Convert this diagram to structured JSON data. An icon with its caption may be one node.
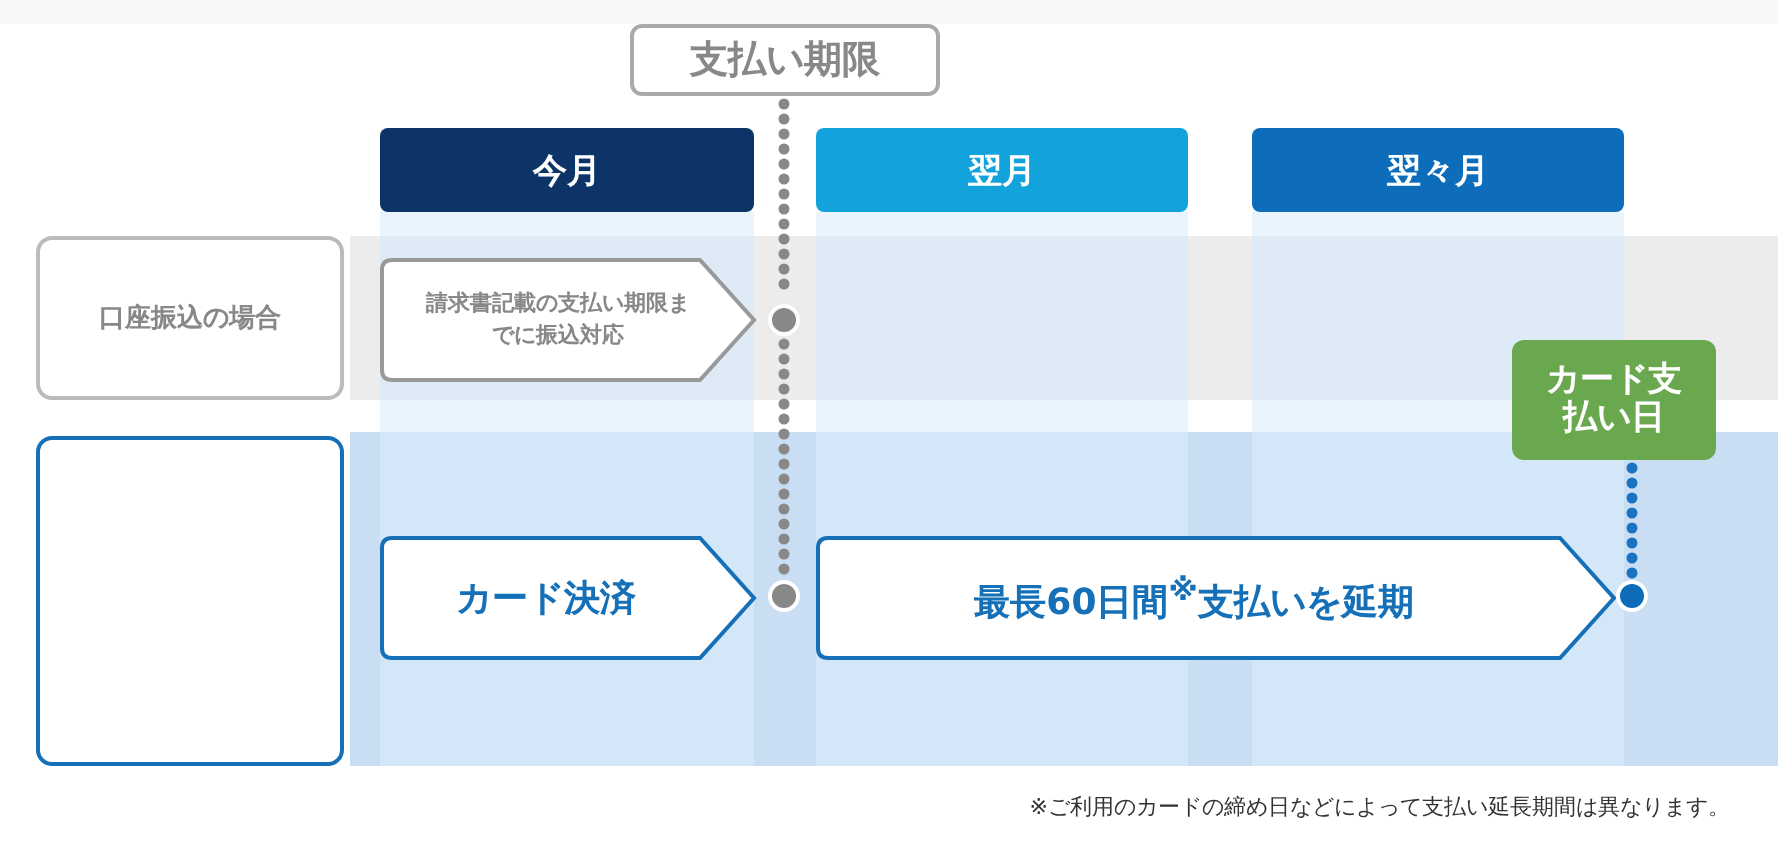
{
  "diagram": {
    "nodes": [
      {
        "text": [
          "支払い期限"
        ]
      },
      {
        "text": [
          "今月"
        ]
      },
      {
        "text": [
          "翌月"
        ]
      },
      {
        "text": [
          "翌々月"
        ]
      },
      {
        "text": [
          "口座振込の場合"
        ]
      },
      {
        "text": [
          "請求書記載の支払い期限までに振込対応"
        ]
      },
      {
        "text": [],
        "shape": "circle"
      },
      {
        "text": [],
        "shape": "box"
      },
      {
        "text": [
          "カード決済"
        ]
      },
      {
        "text": [],
        "shape": "circle"
      },
      {
        "text": [
          "最長60日間$^{※}$支払いを延期"
        ]
      },
      {
        "text": [],
        "shape": "circle"
      },
      {
        "text": [
          "カード支払い日"
        ]
      }
    ],
    "edges": [
      {
        "from": 0,
        "to": 6,
        "arrow": "none",
        "style": "dashed"
      },
      {
        "from": 6,
        "to": 9,
        "arrow": "none",
        "style": "dashed"
      },
      {
        "from": 12,
        "to": 11,
        "arrow": "none",
        "style": "dashed",
        "color": "#1a73c2"
      }
    ],
    "labels": [
      "※ご利用のカードの締め日などによって支払い延長期間は異なります。"
    ]
  }
}
